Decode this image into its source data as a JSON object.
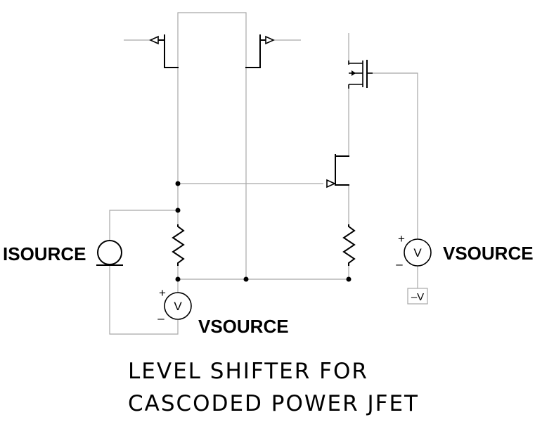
{
  "labels": {
    "isource": "ISOURCE",
    "vsource_bottom": "VSOURCE",
    "vsource_right": "VSOURCE",
    "meter_letter": "V",
    "plus_sign": "+",
    "minus_sign": "–",
    "neg_rail": "–V"
  },
  "title": {
    "line1": "LEVEL SHIFTER FOR",
    "line2": "CASCODED POWER JFET"
  },
  "colors": {
    "wire": "#a8a8a8",
    "component": "#000000",
    "background": "#ffffff"
  }
}
